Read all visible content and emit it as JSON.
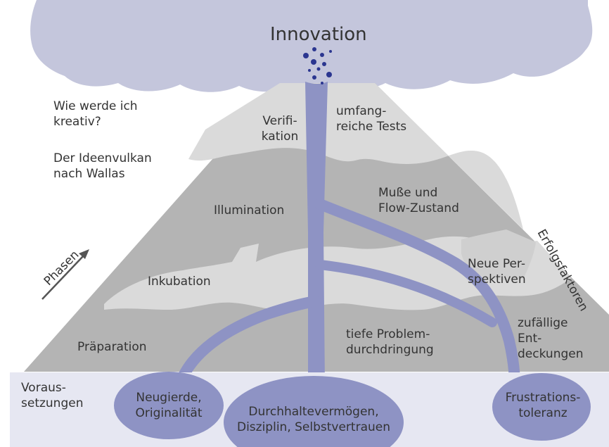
{
  "title": "Innovation",
  "intro": {
    "question": "Wie werde ich\nkreativ?",
    "subtitle": "Der Ideenvulkan\nnach Wallas"
  },
  "axis_labels": {
    "phases": "Phasen",
    "success_factors": "Erfolgsfaktoren"
  },
  "phases": {
    "verification": "Verifi-\nkation",
    "illumination": "Illumination",
    "incubation": "Inkubation",
    "preparation": "Präparation"
  },
  "success_factors": {
    "tests": "umfang-\nreiche Tests",
    "flow": "Muße und\nFlow-Zustand",
    "perspectives": "Neue Per-\nspektiven",
    "discoveries": "zufällige\nEnt-\ndeckungen",
    "deep_penetration": "tiefe Problem-\ndurchdringung"
  },
  "prerequisites": {
    "label": "Voraus-\nsetzungen",
    "curiosity": "Neugierde,\nOriginalität",
    "perseverance": "Durchhaltevermögen,\nDisziplin, Selbstvertrauen",
    "frustration": "Frustrations-\ntoleranz"
  },
  "colors": {
    "cloud": "#c4c6dc",
    "layer_light": "#dadada",
    "layer_dark": "#b4b4b4",
    "magma": "#8e93c4",
    "ground": "#e6e7f2",
    "dots": "#2b3690",
    "text": "#333333"
  }
}
